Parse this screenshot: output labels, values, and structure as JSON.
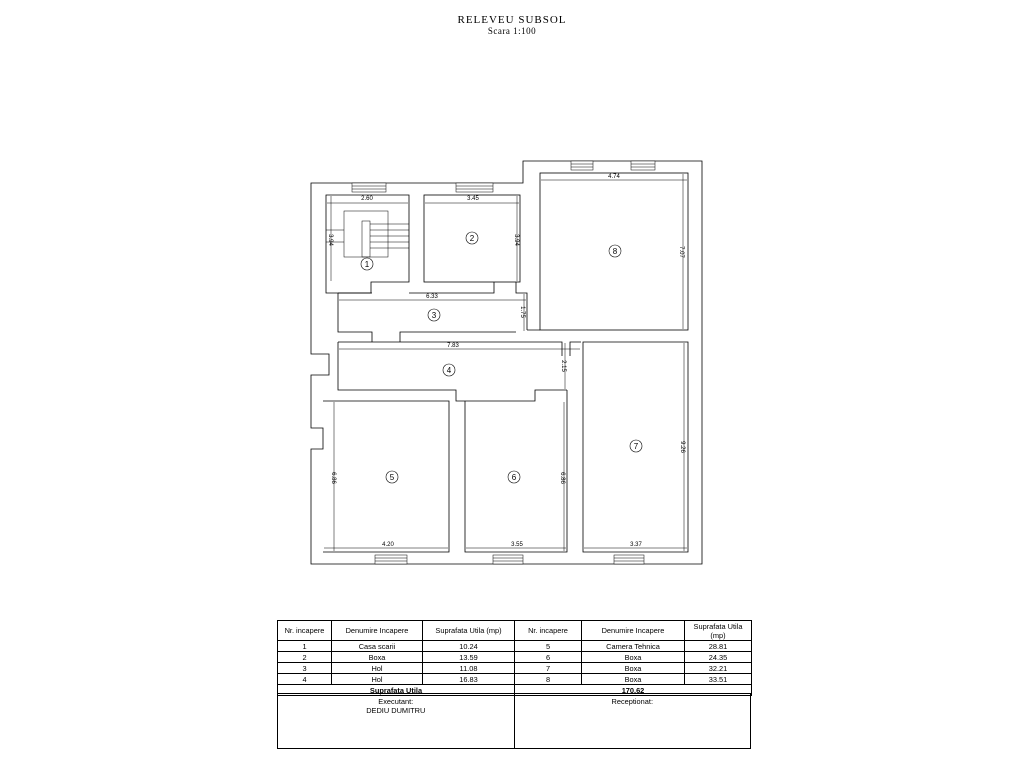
{
  "title": "RELEVEU  SUBSOL",
  "scale": "Scara  1:100",
  "rooms": [
    {
      "label": "1"
    },
    {
      "label": "2"
    },
    {
      "label": "3"
    },
    {
      "label": "4"
    },
    {
      "label": "5"
    },
    {
      "label": "6"
    },
    {
      "label": "7"
    },
    {
      "label": "8"
    }
  ],
  "dimensions": [
    "2.60",
    "3.94",
    "3.45",
    "3.94",
    "4.74",
    "7.07",
    "6.33",
    "1.75",
    "7.83",
    "2.15",
    "6.86",
    "6.86",
    "9.26",
    "4.20",
    "3.55",
    "3.37"
  ],
  "table": {
    "headers": [
      "Nr. incapere",
      "Denumire Incapere",
      "Suprafata Utila (mp)",
      "Nr. incapere",
      "Denumire Incapere",
      "Suprafata Utila (mp)"
    ],
    "rows": [
      [
        "1",
        "Casa scarii",
        "10.24",
        "5",
        "Camera Tehnica",
        "28.81"
      ],
      [
        "2",
        "Boxa",
        "13.59",
        "6",
        "Boxa",
        "24.35"
      ],
      [
        "3",
        "Hol",
        "11.08",
        "7",
        "Boxa",
        "32.21"
      ],
      [
        "4",
        "Hol",
        "16.83",
        "8",
        "Boxa",
        "33.51"
      ]
    ],
    "total_label": "Suprafata Utila",
    "total_value": "170.62"
  },
  "signatures": {
    "executant_label": "Executant:",
    "executant_name": "DEDIU DUMITRU",
    "receptionat_label": "Receptionat:"
  }
}
